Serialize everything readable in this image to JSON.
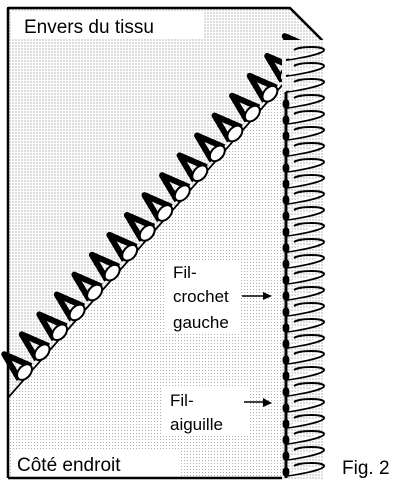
{
  "labels": {
    "wrong_side": "Envers du tissu",
    "right_side": "Côté endroit",
    "looper_thread_line1": "Fil-",
    "looper_thread_line2": "crochet",
    "looper_thread_line3": "gauche",
    "needle_thread_line1": "Fil-",
    "needle_thread_line2": "aiguille",
    "figure_number": "Fig. 2"
  }
}
